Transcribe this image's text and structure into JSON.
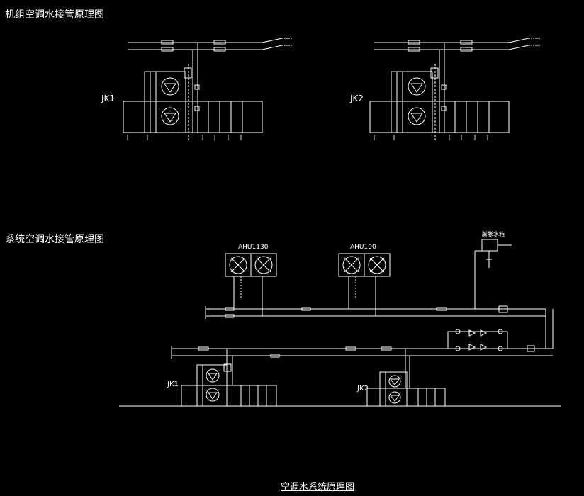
{
  "titles": {
    "unit_diagram": "机组空调水接管原理图",
    "system_diagram": "系统空调水接管原理图",
    "bottom": "空调水系统原理图"
  },
  "labels": {
    "jk1": "JK1",
    "jk2": "JK2",
    "ahu1": "AHU1130",
    "ahu2": "AHU100",
    "expansion_tank": "膨胀水箱"
  },
  "colors": {
    "background": "#000000",
    "line": "#ffffff"
  }
}
